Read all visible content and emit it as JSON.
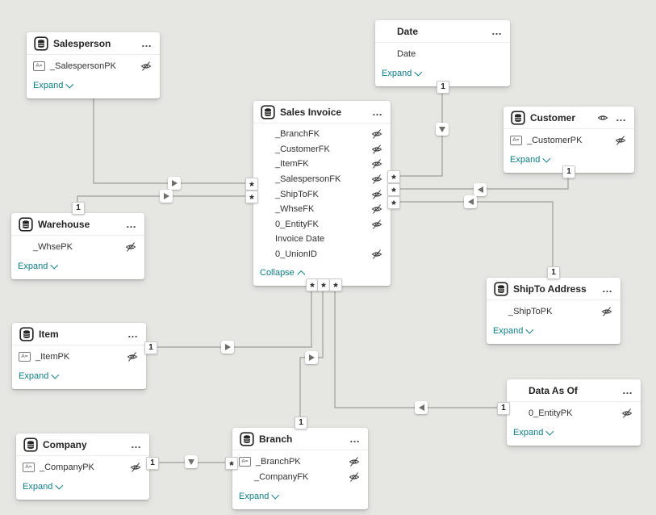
{
  "colors": {
    "canvas": "#e6e6e3",
    "accent": "#0e7c86",
    "line": "#a8a8a5"
  },
  "icons": {
    "more": "…",
    "key": "A="
  },
  "tables": [
    {
      "name": "Salesperson",
      "footer": "Expand",
      "fields": [
        {
          "name": "_SalespersonPK",
          "key": true,
          "hidden": true
        }
      ]
    },
    {
      "name": "Date",
      "footer": "Expand",
      "fields": [
        {
          "name": "Date",
          "key": false,
          "hidden": false
        }
      ]
    },
    {
      "name": "Sales Invoice",
      "footer": "Collapse",
      "fields": [
        {
          "name": "_BranchFK",
          "key": false,
          "hidden": true
        },
        {
          "name": "_CustomerFK",
          "key": false,
          "hidden": true
        },
        {
          "name": "_ItemFK",
          "key": false,
          "hidden": true
        },
        {
          "name": "_SalespersonFK",
          "key": false,
          "hidden": true
        },
        {
          "name": "_ShipToFK",
          "key": false,
          "hidden": true
        },
        {
          "name": "_WhseFK",
          "key": false,
          "hidden": true
        },
        {
          "name": "0_EntityFK",
          "key": false,
          "hidden": true
        },
        {
          "name": "Invoice Date",
          "key": false,
          "hidden": false
        },
        {
          "name": "0_UnionID",
          "key": false,
          "hidden": true
        }
      ]
    },
    {
      "name": "Customer",
      "footer": "Expand",
      "fields": [
        {
          "name": "_CustomerPK",
          "key": true,
          "hidden": true
        }
      ]
    },
    {
      "name": "Warehouse",
      "footer": "Expand",
      "fields": [
        {
          "name": "_WhsePK",
          "key": false,
          "hidden": true
        }
      ]
    },
    {
      "name": "ShipTo Address",
      "footer": "Expand",
      "fields": [
        {
          "name": "_ShipToPK",
          "key": false,
          "hidden": true
        }
      ]
    },
    {
      "name": "Item",
      "footer": "Expand",
      "fields": [
        {
          "name": "_ItemPK",
          "key": true,
          "hidden": true
        }
      ]
    },
    {
      "name": "Data As Of",
      "footer": "Expand",
      "fields": [
        {
          "name": "0_EntityPK",
          "key": false,
          "hidden": true
        }
      ]
    },
    {
      "name": "Company",
      "footer": "Expand",
      "fields": [
        {
          "name": "_CompanyPK",
          "key": true,
          "hidden": true
        }
      ]
    },
    {
      "name": "Branch",
      "footer": "Expand",
      "fields": [
        {
          "name": "_BranchPK",
          "key": true,
          "hidden": true
        },
        {
          "name": "_CompanyFK",
          "key": false,
          "hidden": true
        }
      ]
    }
  ],
  "relationships": [
    {
      "from_table": "Salesperson",
      "to_table": "Sales Invoice",
      "many_label": "*",
      "arrow": "right"
    },
    {
      "from_table": "Warehouse",
      "to_table": "Sales Invoice",
      "one_label": "1",
      "many_label": "*",
      "arrow": "right"
    },
    {
      "from_table": "Date",
      "to_table": "Sales Invoice",
      "one_label": "1",
      "many_label": "*",
      "arrow": "down"
    },
    {
      "from_table": "Customer",
      "to_table": "Sales Invoice",
      "one_label": "1",
      "many_label": "*",
      "arrow": "left"
    },
    {
      "from_table": "ShipTo Address",
      "to_table": "Sales Invoice",
      "one_label": "1",
      "many_label": "*",
      "arrow": "left"
    },
    {
      "from_table": "Item",
      "to_table": "Sales Invoice",
      "one_label": "1",
      "many_label": "*",
      "arrow": "right"
    },
    {
      "from_table": "Branch",
      "to_table": "Sales Invoice",
      "one_label": "1",
      "many_label": "*",
      "arrow": "right"
    },
    {
      "from_table": "Data As Of",
      "to_table": "Sales Invoice",
      "one_label": "1",
      "many_label": "*",
      "arrow": "left"
    },
    {
      "from_table": "Company",
      "to_table": "Branch",
      "one_label": "1",
      "many_label": "*",
      "arrow": "down"
    }
  ]
}
